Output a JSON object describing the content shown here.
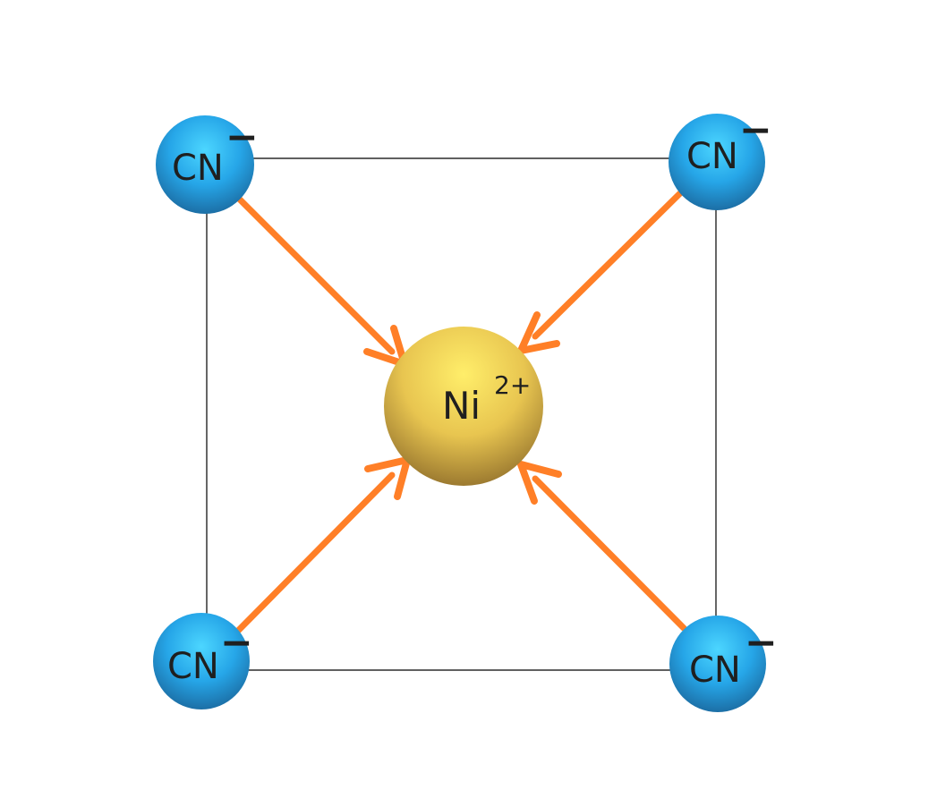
{
  "diagram": {
    "center_atom": {
      "symbol": "Ni",
      "charge": "2+"
    },
    "ligands": [
      {
        "id": "top-left",
        "symbol": "CN",
        "charge": "−"
      },
      {
        "id": "top-right",
        "symbol": "CN",
        "charge": "−"
      },
      {
        "id": "bottom-left",
        "symbol": "CN",
        "charge": "−"
      },
      {
        "id": "bottom-right",
        "symbol": "CN",
        "charge": "−"
      }
    ],
    "colors": {
      "ligand": "#2aa3e6",
      "metal": "#f0c84a",
      "arrow": "#ff7f27",
      "frame": "#000000"
    }
  }
}
